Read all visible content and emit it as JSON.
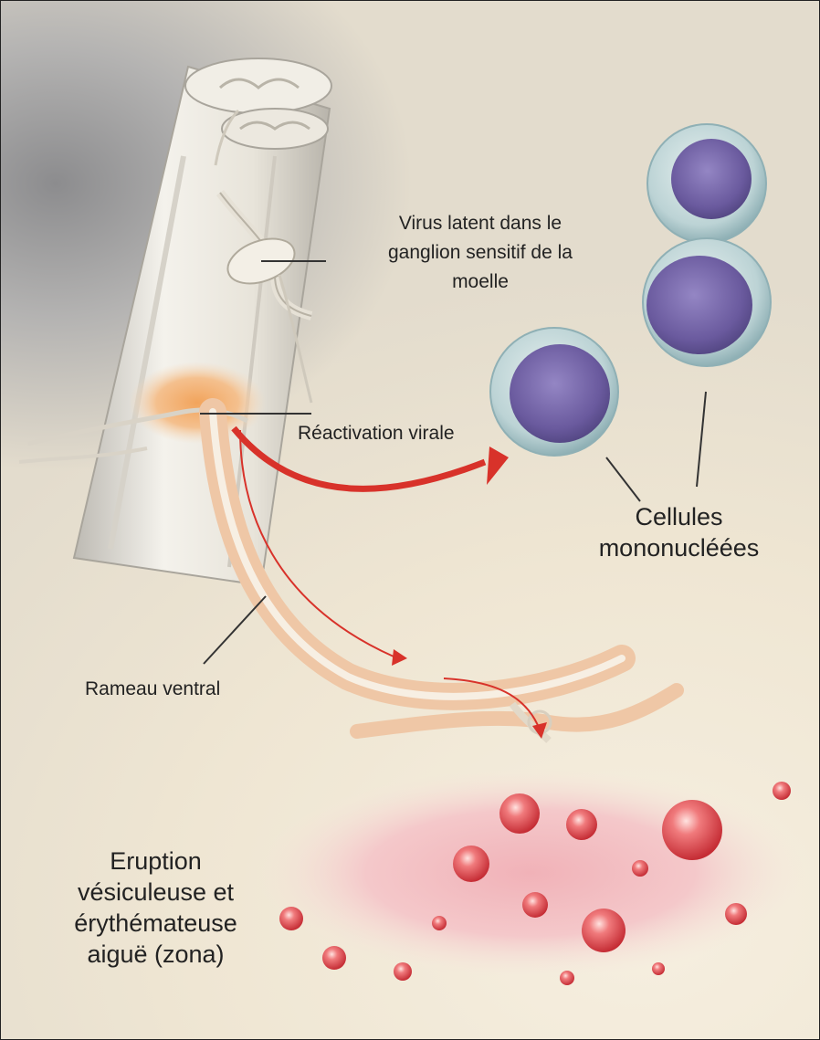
{
  "labels": {
    "virus_latent": [
      "Virus latent dans le",
      "ganglion sensitif de la",
      "moelle"
    ],
    "reactivation": "Réactivation virale",
    "cellules": [
      "Cellules",
      "mononucléées"
    ],
    "rameau": "Rameau ventral",
    "eruption": [
      "Eruption",
      "vésiculeuse et",
      "érythémateuse",
      "aiguë (zona)"
    ]
  },
  "colors": {
    "arrow": "#d8322a",
    "nerve": "#e9b08a",
    "cell_nucleus": "#6a5a9e",
    "cell_membrane": "#bfd4d6",
    "vesicle": "#d9454a"
  }
}
